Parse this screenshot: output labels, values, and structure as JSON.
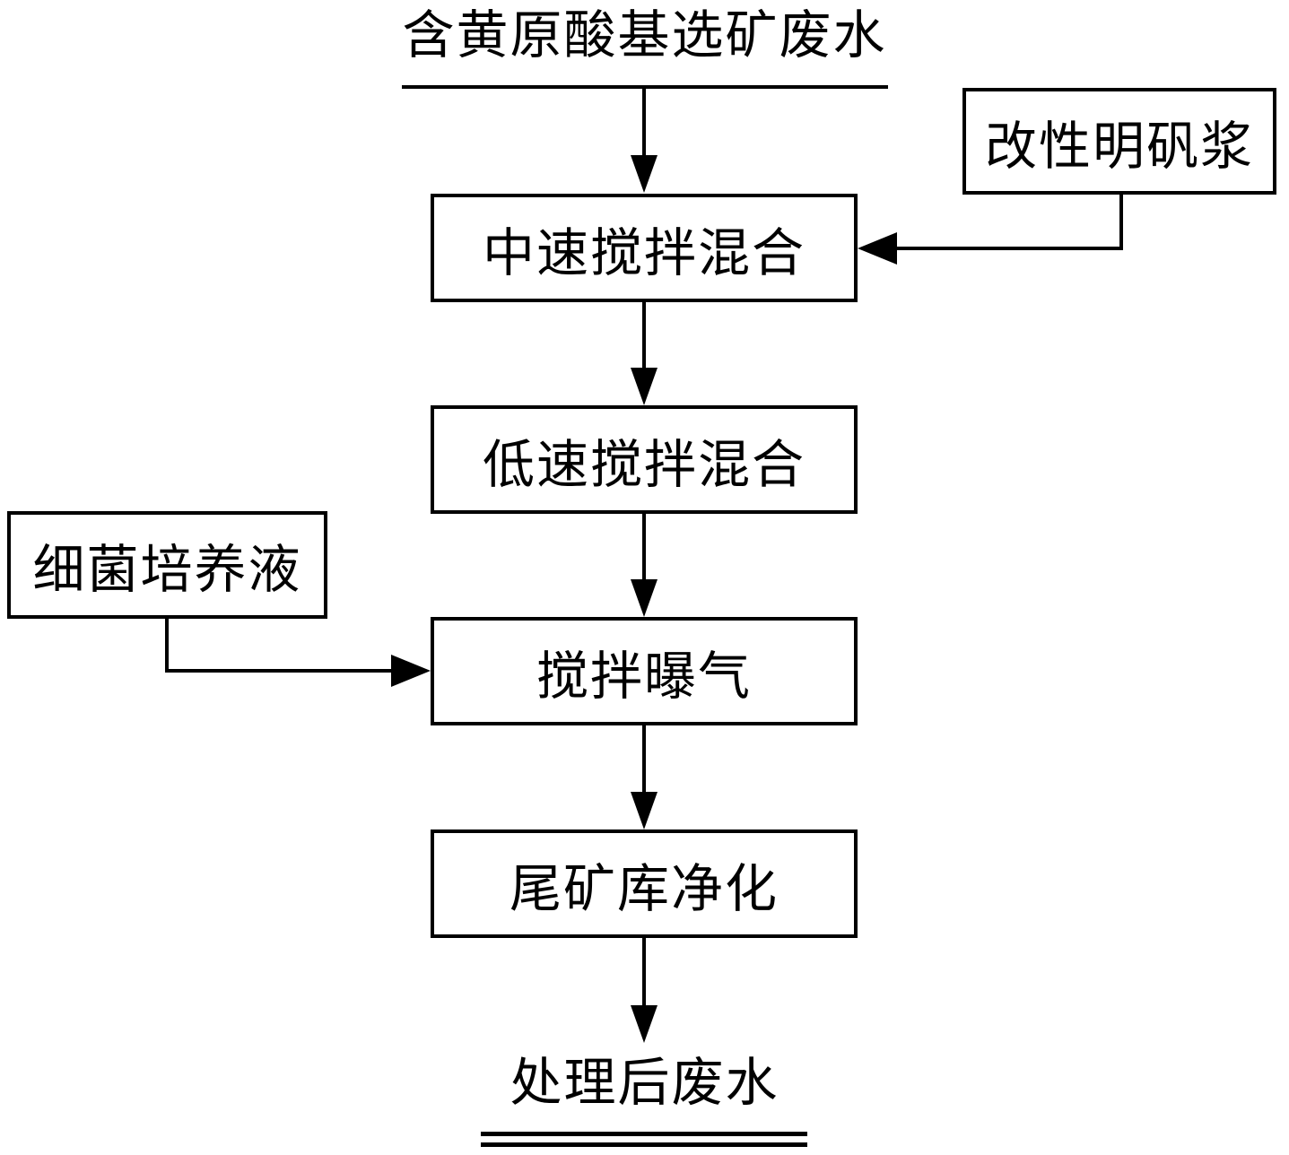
{
  "flow": {
    "source": "含黄原酸基选矿废水",
    "steps": [
      "中速搅拌混合",
      "低速搅拌混合",
      "搅拌曝气",
      "尾矿库净化"
    ],
    "side_inputs": {
      "alum": "改性明矾浆",
      "bacteria": "细菌培养液"
    },
    "output": "处理后废水"
  },
  "colors": {
    "line": "#000000",
    "background": "#ffffff",
    "text": "#000000"
  }
}
